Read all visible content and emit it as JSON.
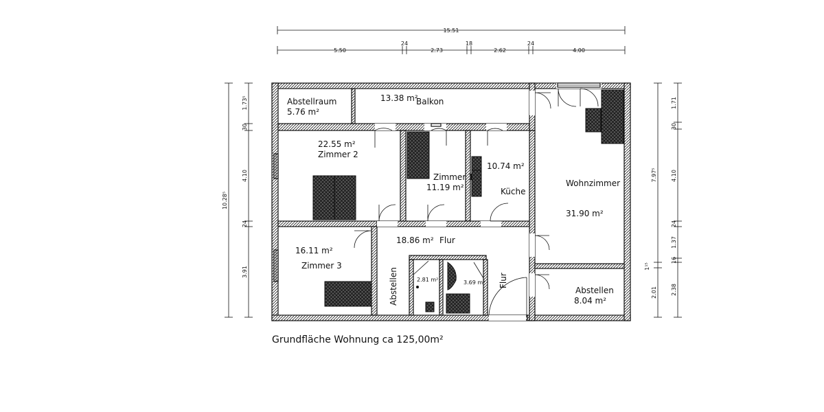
{
  "caption": "Grundfläche Wohnung ca  125,00m²",
  "dimensions": {
    "top_total": "15.51",
    "top_segments": [
      "5.50",
      "24",
      "2.73",
      "18",
      "2.62",
      "24",
      "4.00"
    ],
    "left": [
      "10.28⁵",
      "1.73⁵",
      "30",
      "4.10",
      "24",
      "3.91"
    ],
    "right_inner": [
      "7.97⁵",
      "1¹⁵",
      "2.01"
    ],
    "right_outer": [
      "1.71",
      "30",
      "4.10",
      "24",
      "1.37",
      "16",
      "2.38"
    ]
  },
  "rooms": {
    "abstellraum": {
      "name": "Abstellraum",
      "area": "5.76  m²"
    },
    "balkon": {
      "name": "Balkon",
      "area": "13.38  m²"
    },
    "zimmer2": {
      "name": "Zimmer 2",
      "area": "22.55  m²"
    },
    "zimmer1": {
      "name": "Zimmer  1",
      "area": "11.19  m²"
    },
    "kueche": {
      "name": "Küche",
      "area": "10.74  m²"
    },
    "wohnzimmer": {
      "name": "Wohnzimmer",
      "area": "31.90  m²"
    },
    "zimmer3": {
      "name": "Zimmer 3",
      "area": "16.11  m²"
    },
    "flur": {
      "name": "Flur",
      "area": "18.86  m²"
    },
    "abstellen_left": {
      "name": "Abstellen"
    },
    "bad1": {
      "area": "2.81  m²"
    },
    "bad2": {
      "area": "3.69  m²"
    },
    "flur2": {
      "name": "Flur"
    },
    "abstellen_right": {
      "name": "Abstellen",
      "area": "8.04  m²"
    }
  }
}
